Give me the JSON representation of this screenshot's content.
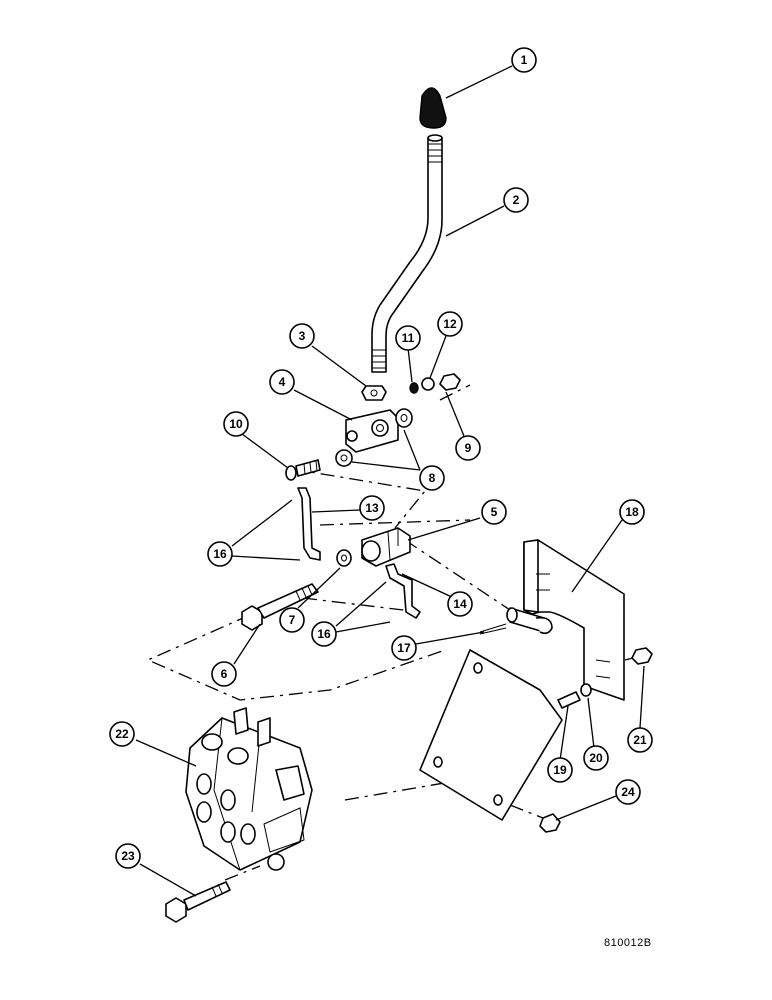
{
  "diagram": {
    "drawing_number": "810012B",
    "callouts": [
      {
        "label": "1"
      },
      {
        "label": "2"
      },
      {
        "label": "3"
      },
      {
        "label": "4"
      },
      {
        "label": "5"
      },
      {
        "label": "6"
      },
      {
        "label": "7"
      },
      {
        "label": "8"
      },
      {
        "label": "9"
      },
      {
        "label": "10"
      },
      {
        "label": "11"
      },
      {
        "label": "12"
      },
      {
        "label": "13"
      },
      {
        "label": "14"
      },
      {
        "label": "16"
      },
      {
        "label": "16"
      },
      {
        "label": "17"
      },
      {
        "label": "18"
      },
      {
        "label": "19"
      },
      {
        "label": "20"
      },
      {
        "label": "21"
      },
      {
        "label": "22"
      },
      {
        "label": "23"
      },
      {
        "label": "24"
      }
    ]
  }
}
